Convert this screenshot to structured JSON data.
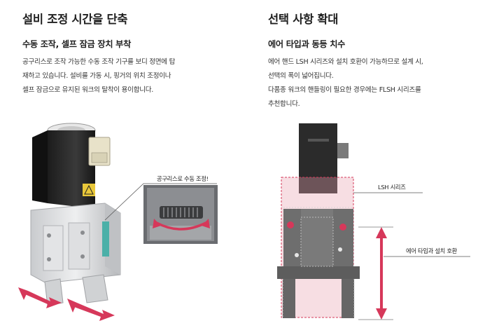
{
  "left": {
    "title": "설비 조정 시간을 단축",
    "subtitle": "수동 조작, 셀프 잠금 장치 부착",
    "body_lines": [
      "공구리스로 조작 가능한 수동 조작 기구를 보디 정면에 탑",
      "재하고 있습니다. 설비를 가동 시, 핑거의 위치 조정이나",
      "셀프 잠금으로 유지된 워크의 탈착이 용이합니다."
    ],
    "callout_label": "공구리스로 수동 조정!"
  },
  "right": {
    "title": "선택 사항 확대",
    "subtitle": "에어 타입과 동등 치수",
    "body_lines": [
      "에어 핸드 LSH 시리즈와 설치 호환이 가능하므로 설계 시,",
      "선택의 폭이 넓어집니다.",
      "다품종 워크의 핸들링이 필요한 경우에는 FLSH 시리즈를",
      "추천합니다."
    ],
    "lsh_label": "LSH 시리즈",
    "compat_label": "에어 타입과 설치 호환"
  },
  "colors": {
    "accent": "#d6385a",
    "dark_motor": "#2b2b2b",
    "body_metal": "#d9dadc"
  }
}
